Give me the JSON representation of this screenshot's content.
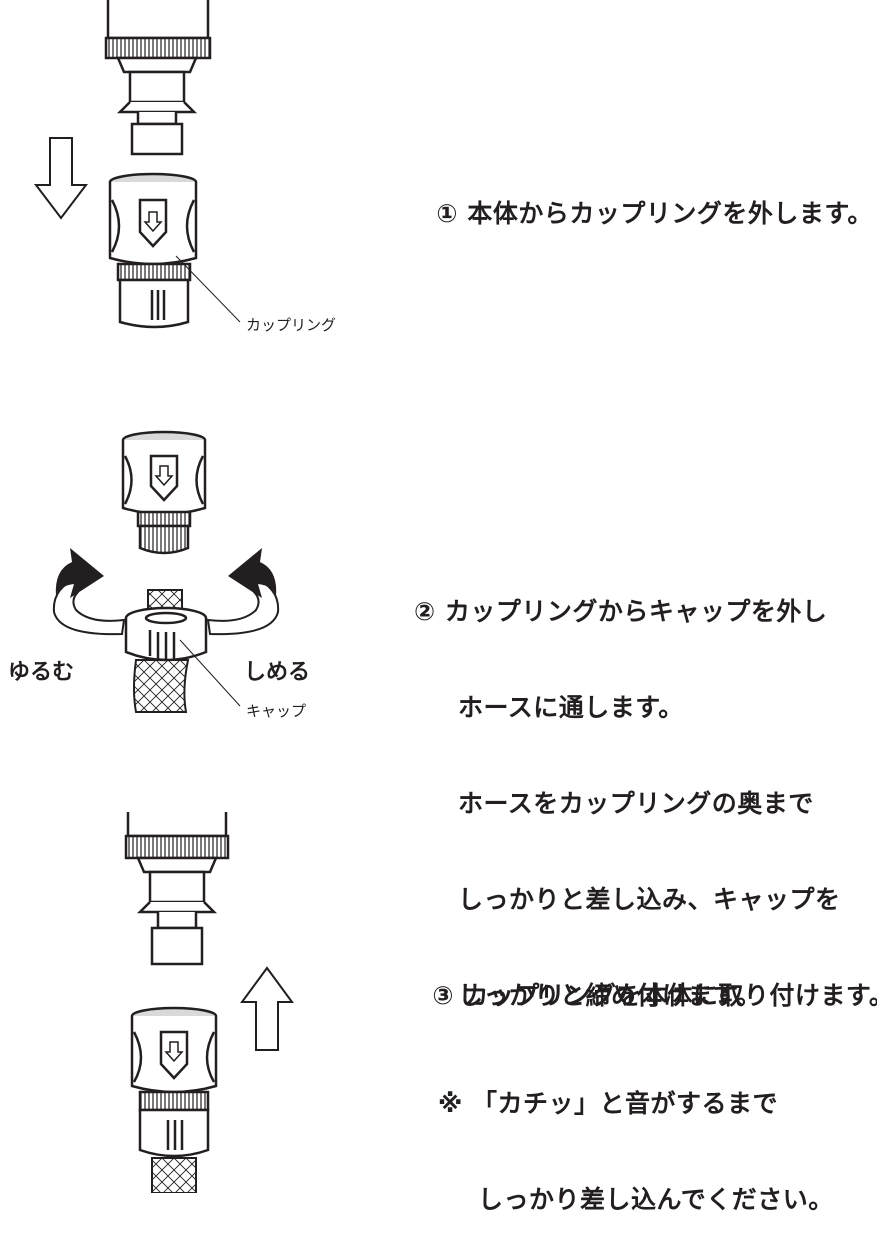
{
  "steps": [
    {
      "number": "①",
      "text": "本体からカップリングを外します。"
    },
    {
      "number": "②",
      "lines": [
        "カップリングからキャップを外し",
        "ホースに通します。",
        "ホースをカップリングの奥まで",
        "しっかりと差し込み、キャップを",
        "しっかりと締め付けます。"
      ]
    },
    {
      "number": "③",
      "text": "カップリングを本体に取り付けます。",
      "note_mark": "※",
      "note_lines": [
        "「カチッ」と音がするまで",
        "しっかり差し込んでください。"
      ]
    }
  ],
  "labels": {
    "coupling": "カップリング",
    "cap": "キャップ",
    "loosen": "ゆるむ",
    "tighten": "しめる"
  },
  "colors": {
    "ink": "#231f20",
    "grey_fill": "#d9d9d9",
    "light_fill": "#f2f2f2"
  }
}
